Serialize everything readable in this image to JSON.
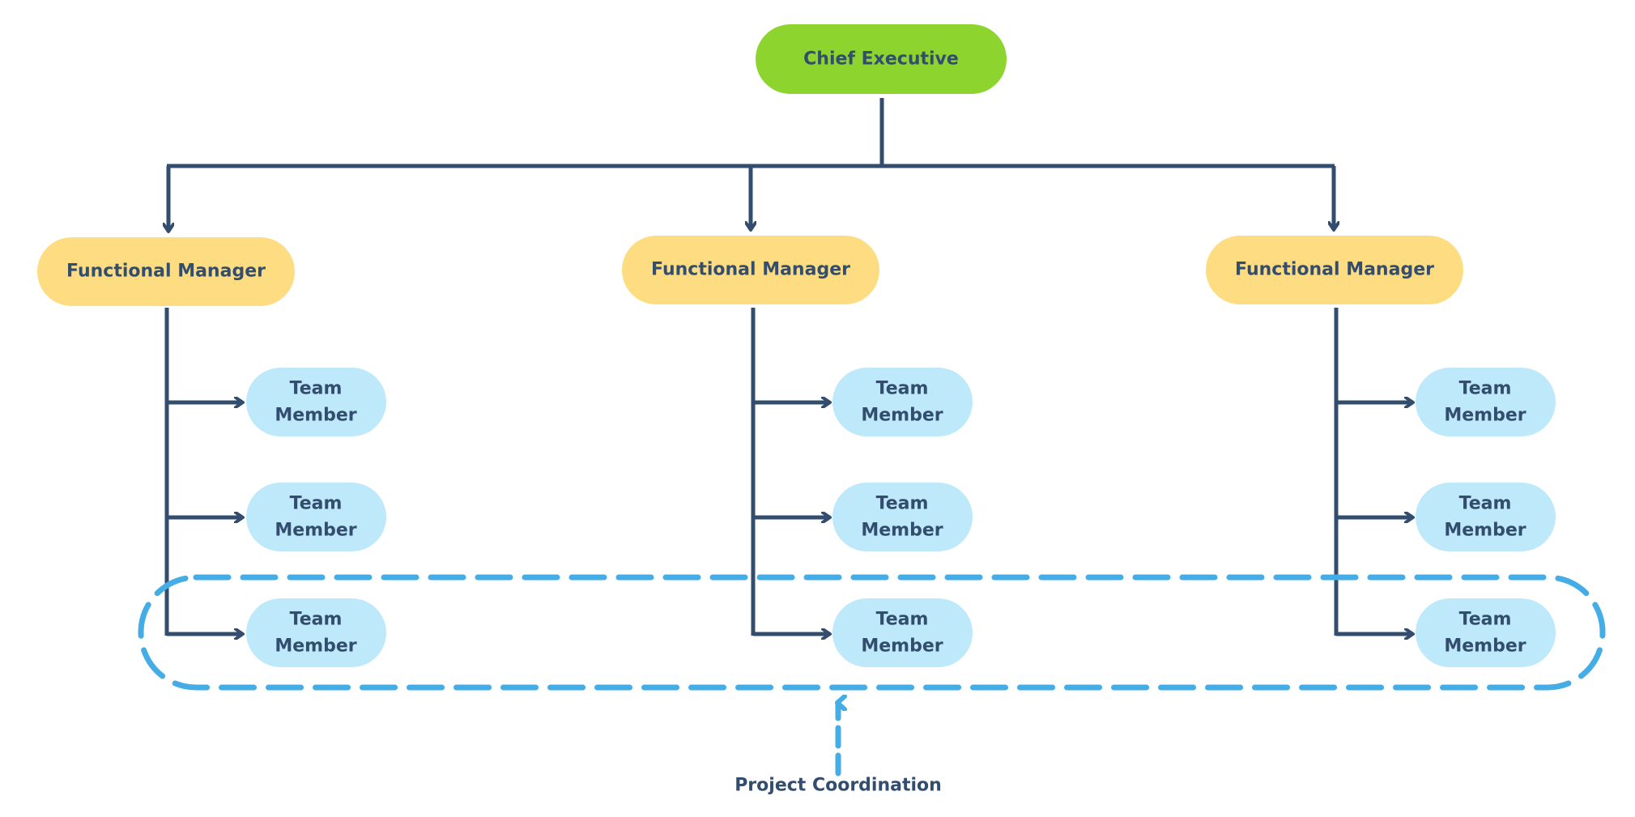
{
  "colors": {
    "line": "#334d6e",
    "text": "#334d6e",
    "executive_fill": "#8dd42e",
    "manager_fill": "#fedd82",
    "member_fill": "#bde9fb",
    "coordination": "#45ade6",
    "background": "#ffffff"
  },
  "executive": {
    "label": "Chief Executive"
  },
  "managers": [
    {
      "label": "Functional Manager",
      "members": [
        {
          "line1": "Team",
          "line2": "Member"
        },
        {
          "line1": "Team",
          "line2": "Member"
        },
        {
          "line1": "Team",
          "line2": "Member"
        }
      ]
    },
    {
      "label": "Functional Manager",
      "members": [
        {
          "line1": "Team",
          "line2": "Member"
        },
        {
          "line1": "Team",
          "line2": "Member"
        },
        {
          "line1": "Team",
          "line2": "Member"
        }
      ]
    },
    {
      "label": "Functional Manager",
      "members": [
        {
          "line1": "Team",
          "line2": "Member"
        },
        {
          "line1": "Team",
          "line2": "Member"
        },
        {
          "line1": "Team",
          "line2": "Member"
        }
      ]
    }
  ],
  "coordination": {
    "label": "Project Coordination"
  }
}
